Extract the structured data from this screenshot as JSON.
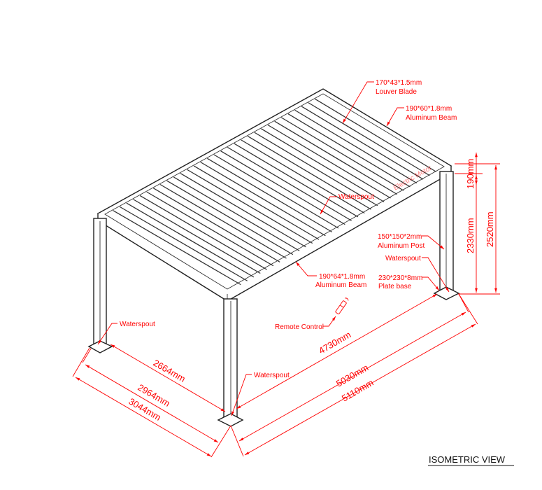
{
  "drawing": {
    "title": "ISOMETRIC VIEW",
    "callouts": {
      "louver_size": "170*43*1.5mm",
      "louver_name": "Louver Blade",
      "beam_top_size": "190*60*1.8mm",
      "beam_top_name": "Aluminum Beam",
      "beam_front_size": "190*64*1.8mm",
      "beam_front_name": "Aluminum Beam",
      "post_size": "150*150*2mm",
      "post_name": "Aluminum Post",
      "plate_size": "230*230*8mm",
      "plate_name": "Plate base",
      "waterspout_inner": "Waterspout",
      "waterspout_right": "Waterspout",
      "waterspout_left": "Waterspout",
      "waterspout_front": "Waterspout",
      "remote": "Remote Control",
      "motor": "Electric Motor"
    },
    "dimensions": {
      "d2664": "2664mm",
      "d2964": "2964mm",
      "d3044": "3044mm",
      "d4730": "4730mm",
      "d5030": "5030mm",
      "d5110": "5110mm",
      "d190": "190mm",
      "d2330": "2330mm",
      "d2520": "2520mm"
    },
    "colors": {
      "annotation": "#ff0000",
      "frame": "#222222"
    }
  }
}
